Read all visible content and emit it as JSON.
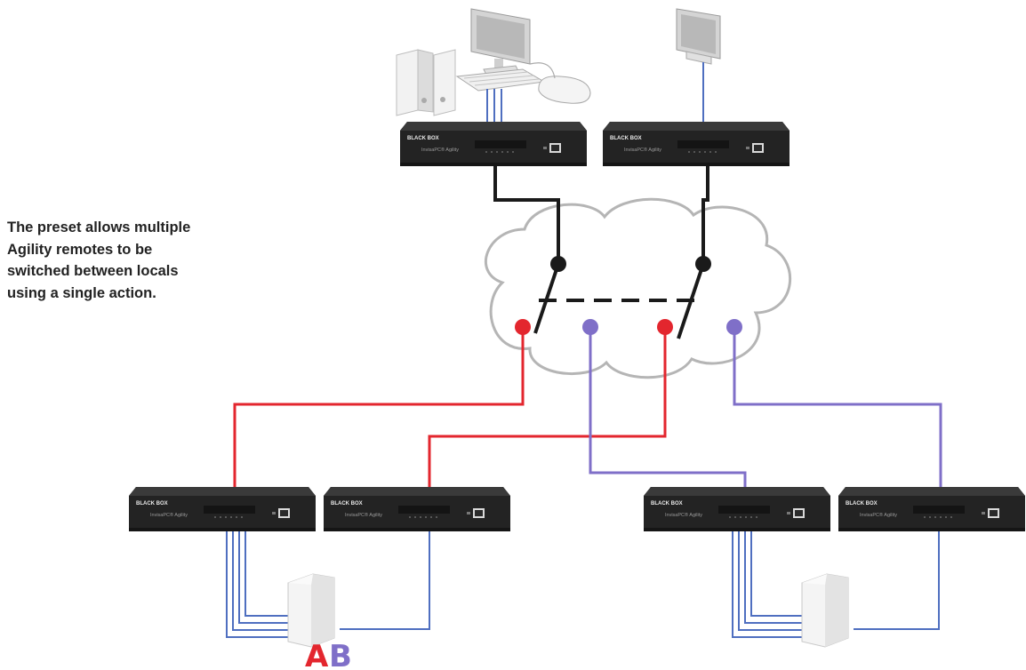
{
  "caption": "The preset allows multiple\nAgility remotes to be\nswitched between locals\nusing a single action.",
  "unit": {
    "brand": "BLACK BOX",
    "model": "InvisaPC® Agility"
  },
  "label_a": "A",
  "label_b": "B",
  "colors": {
    "red_link": "#e3262e",
    "blue_link": "#7f6fc8",
    "black_link": "#1a1a1a",
    "video_link": "#4f6fc0",
    "unit_body": "#2b2b2b",
    "cloud_outline": "#b5b5b5",
    "cloud_fill": "#ffffff"
  }
}
